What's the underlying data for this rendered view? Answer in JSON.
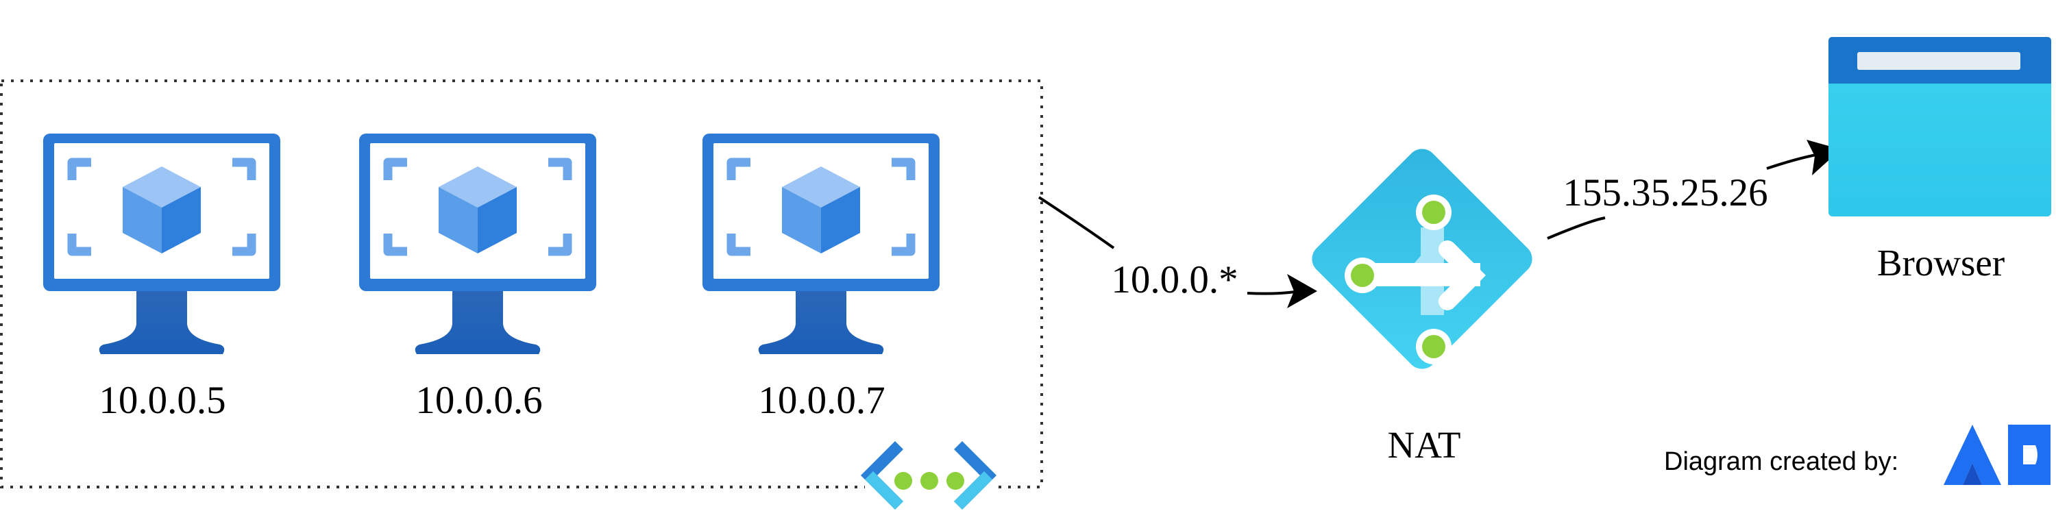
{
  "diagram": {
    "vms": [
      {
        "ip": "10.0.0.5",
        "icon": "virtual-machine-icon"
      },
      {
        "ip": "10.0.0.6",
        "icon": "virtual-machine-icon"
      },
      {
        "ip": "10.0.0.7",
        "icon": "virtual-machine-icon"
      }
    ],
    "vnet_icon": "virtual-network-icon",
    "edge_private_label": "10.0.0.*",
    "edge_public_label": "155.35.25.26",
    "nat": {
      "label": "NAT",
      "icon": "nat-gateway-icon"
    },
    "browser": {
      "label": "Browser",
      "icon": "browser-window-icon"
    },
    "credit": {
      "text": "Diagram created by:",
      "logo": "brainboard-logo"
    },
    "colors": {
      "vm_blue_dark": "#1f6ec2",
      "vm_blue": "#3b8ee5",
      "vm_blue_light": "#78aeee",
      "cube_light": "#86b6f2",
      "cube_mid": "#3f8de4",
      "cube_dark": "#2a72cf",
      "nat_cyan": "#33c6ea",
      "nat_green": "#8fd23a",
      "browser_top": "#1a73c8",
      "browser_body": "#35cdee",
      "logo_blue": "#1f6ff2"
    }
  }
}
